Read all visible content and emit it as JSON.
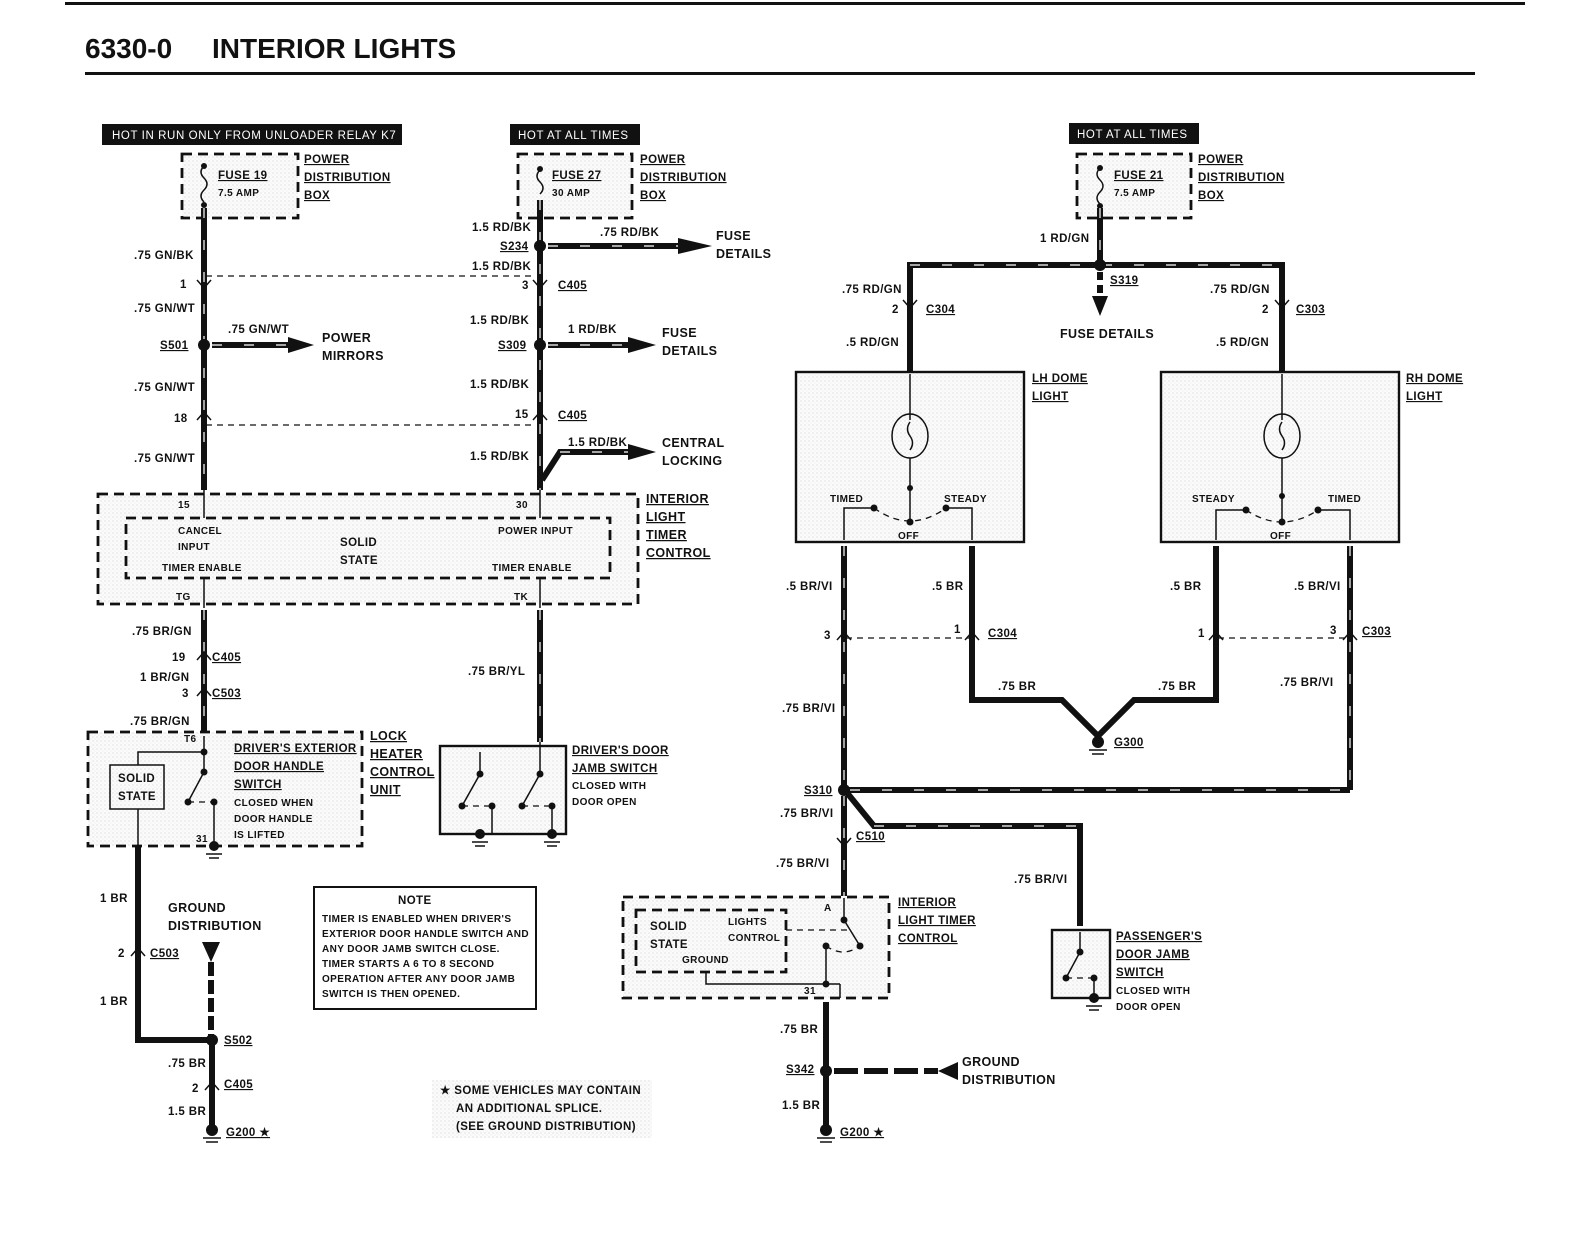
{
  "header": {
    "section": "6330-0",
    "title": "INTERIOR LIGHTS"
  },
  "power_sources": [
    {
      "band": "HOT IN RUN ONLY FROM UNLOADER RELAY K7",
      "fuse": "FUSE 19",
      "rating": "7.5 AMP",
      "box": [
        "POWER",
        "DISTRIBUTION",
        "BOX"
      ]
    },
    {
      "band": "HOT AT ALL TIMES",
      "fuse": "FUSE 27",
      "rating": "30 AMP",
      "box": [
        "POWER",
        "DISTRIBUTION",
        "BOX"
      ]
    },
    {
      "band": "HOT AT ALL TIMES",
      "fuse": "FUSE 21",
      "rating": "7.5 AMP",
      "box": [
        "POWER",
        "DISTRIBUTION",
        "BOX"
      ]
    }
  ],
  "left_circuit": {
    "wires": {
      "w1": ".75 GN/BK",
      "w2": ".75 GN/WT",
      "w3": ".75 GN/WT",
      "w4": ".75 GN/WT",
      "w5": ".75 GN/WT",
      "w6": ".75 BR/GN",
      "w7": "1 BR/GN",
      "w8": ".75 BR/GN"
    },
    "pins": {
      "p1": "1",
      "p2": "18",
      "p3": "15",
      "p4": "TG",
      "p5": "19",
      "p6": "3",
      "p7": "T6",
      "p8": "31"
    },
    "splice_s501": "S501",
    "mirrors_label": [
      "POWER",
      "MIRRORS"
    ],
    "c405": "C405",
    "c503": "C503"
  },
  "center_circuit": {
    "wires": {
      "w1": "1.5 RD/BK",
      "w2": ".75 RD/BK",
      "w3": "1.5 RD/BK",
      "w4": "1.5 RD/BK",
      "w5": "1 RD/BK",
      "w6": "1.5 RD/BK",
      "w7": "1.5 RD/BK",
      "w8": "1.5 RD/BK",
      "w9": ".75 BR/YL"
    },
    "splices": {
      "s234": "S234",
      "s309": "S309"
    },
    "pins": {
      "p1": "3",
      "p2": "15",
      "p3": "30",
      "p4": "TK"
    },
    "c405": "C405",
    "fuse_details": [
      "FUSE",
      "DETAILS"
    ],
    "central_locking": [
      "CENTRAL",
      "LOCKING"
    ]
  },
  "timer_control": {
    "label": [
      "INTERIOR",
      "LIGHT",
      "TIMER",
      "CONTROL"
    ],
    "cancel_input": [
      "CANCEL",
      "INPUT"
    ],
    "solid_state": [
      "SOLID",
      "STATE"
    ],
    "power_input": "POWER INPUT",
    "timer_enable": "TIMER ENABLE"
  },
  "lock_heater": {
    "label": [
      "LOCK",
      "HEATER",
      "CONTROL",
      "UNIT"
    ],
    "solid_state": [
      "SOLID",
      "STATE"
    ],
    "switch_label": [
      "DRIVER'S EXTERIOR",
      "DOOR HANDLE",
      "SWITCH"
    ],
    "switch_note": [
      "CLOSED WHEN",
      "DOOR HANDLE",
      "IS LIFTED"
    ]
  },
  "driver_jamb": {
    "label": [
      "DRIVER'S DOOR",
      "JAMB SWITCH"
    ],
    "note": [
      "CLOSED WITH",
      "DOOR OPEN"
    ]
  },
  "left_ground": {
    "wires": {
      "w1": "1 BR",
      "w2": "1 BR",
      "w3": ".75 BR",
      "w4": "1.5 BR"
    },
    "pins": {
      "p1": "2",
      "p2": "2"
    },
    "c503": "C503",
    "c405": "C405",
    "s502": "S502",
    "g200": "G200 ★",
    "distribution": [
      "GROUND",
      "DISTRIBUTION"
    ]
  },
  "note": {
    "title": "NOTE",
    "lines": [
      "TIMER IS ENABLED WHEN DRIVER'S",
      "EXTERIOR DOOR HANDLE SWITCH AND",
      "ANY DOOR JAMB SWITCH CLOSE.",
      "TIMER STARTS A 6 TO 8 SECOND",
      "OPERATION AFTER ANY DOOR JAMB",
      "SWITCH IS THEN OPENED."
    ]
  },
  "footnote": [
    "★ SOME VEHICLES MAY CONTAIN",
    "AN ADDITIONAL SPLICE.",
    "(SEE GROUND DISTRIBUTION)"
  ],
  "right_circuit": {
    "wires": {
      "feed": "1 RD/GN",
      "lh_in": ".75 RD/GN",
      "lh_in2": ".5 RD/GN",
      "rh_in": ".75 RD/GN",
      "rh_in2": ".5 RD/GN",
      "lh_timed": ".5 BR/VI",
      "lh_steady": ".5 BR",
      "rh_steady": ".5 BR",
      "rh_timed": ".5 BR/VI",
      "g_l": ".75 BR",
      "g_r": ".75 BR",
      "lh_vi": ".75 BR/VI",
      "rh_vi": ".75 BR/VI",
      "s310_down": ".75 BR/VI",
      "c510_down": ".75 BR/VI",
      "pass": ".75 BR/VI",
      "ilt_down": ".75 BR",
      "g200": "1.5 BR"
    },
    "splices": {
      "s319": "S319",
      "s310": "S310",
      "s342": "S342"
    },
    "connectors": {
      "c304": "C304",
      "c303": "C303",
      "c510": "C510",
      "g300": "G300",
      "g200": "G200 ★"
    },
    "pins": {
      "c304_top": "2",
      "c303_top": "2",
      "c304_l": "3",
      "c304_r": "1",
      "c303_l": "1",
      "c303_r": "3",
      "a": "A",
      "p31": "31"
    },
    "fuse_details": "FUSE DETAILS",
    "lh_dome": [
      "LH DOME",
      "LIGHT"
    ],
    "rh_dome": [
      "RH DOME",
      "LIGHT"
    ],
    "timed": "TIMED",
    "steady": "STEADY",
    "off": "OFF",
    "ilt_label": [
      "INTERIOR",
      "LIGHT TIMER",
      "CONTROL"
    ],
    "ilt_solid": [
      "SOLID",
      "STATE"
    ],
    "ilt_lights": [
      "LIGHTS",
      "CONTROL"
    ],
    "ilt_ground": "GROUND",
    "pass_jamb": [
      "PASSENGER'S",
      "DOOR JAMB",
      "SWITCH"
    ],
    "pass_note": [
      "CLOSED WITH",
      "DOOR OPEN"
    ],
    "distribution": [
      "GROUND",
      "DISTRIBUTION"
    ]
  }
}
